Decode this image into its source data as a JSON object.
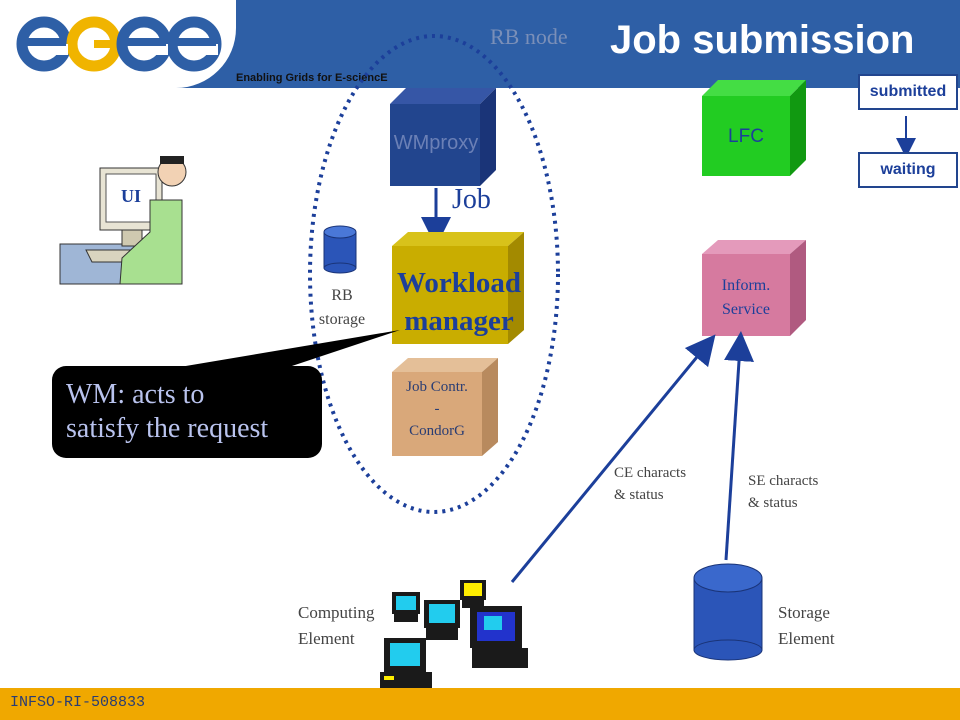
{
  "header": {
    "tagline": "Enabling Grids for E-sciencE",
    "title": "Job submission",
    "rb_node": "RB node"
  },
  "footer": {
    "code": "INFSO-RI-508833"
  },
  "states": {
    "submitted": "submitted",
    "waiting": "waiting"
  },
  "components": {
    "ui": "UI",
    "wmproxy": "WMproxy",
    "job_label": "Job",
    "workload_manager_1": "Workload",
    "workload_manager_2": "manager",
    "rb_storage_1": "RB",
    "rb_storage_2": "storage",
    "job_contr_1": "Job Contr.",
    "job_contr_2": "-",
    "job_contr_3": "CondorG",
    "lfc": "LFC",
    "inform_1": "Inform.",
    "inform_2": "Service",
    "ce_characts_1": "CE characts",
    "ce_characts_2": "& status",
    "se_characts_1": "SE characts",
    "se_characts_2": "& status",
    "computing_1": "Computing",
    "computing_2": "Element",
    "storage_1": "Storage",
    "storage_2": "Element"
  },
  "callout": {
    "line1": "WM: acts to",
    "line2": "satisfy the request"
  },
  "colors": {
    "header_blue": "#2e5fa6",
    "footer_orange": "#f0a800",
    "wmproxy": "#22458e",
    "workload": "#c9ad00",
    "job_contr": "#d9a87a",
    "lfc": "#22cc22",
    "inform": "#d67a9f",
    "storage": "#2b55b8"
  }
}
